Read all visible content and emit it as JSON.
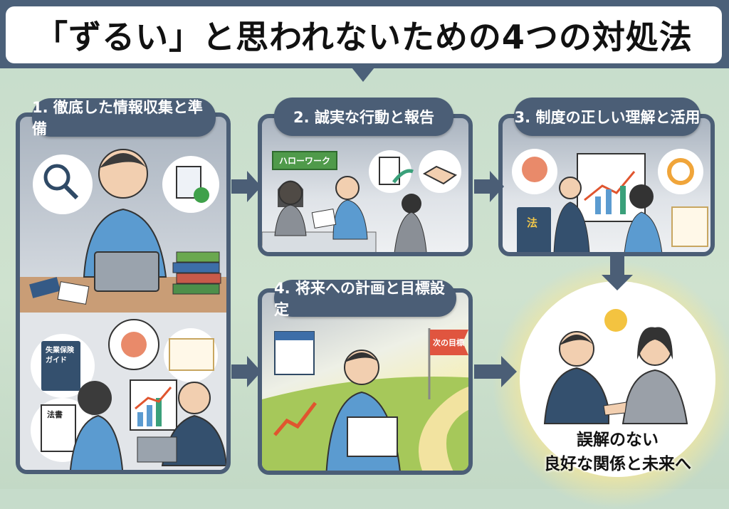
{
  "title": "「ずるい」と思われないための4つの対処法",
  "steps": [
    {
      "label": "1. 徹底した情報収集と準備"
    },
    {
      "label": "2. 誠実な行動と報告"
    },
    {
      "label": "3. 制度の正しい理解と活用"
    },
    {
      "label": "4. 将来への計画と目標設定"
    }
  ],
  "illustrations": {
    "hello_work_sign": "ハローワーク",
    "guide_book": "失業保険ガイド",
    "law_doc": "法書",
    "law_book": "法",
    "goal_flag": "次の目標"
  },
  "result": {
    "line1": "誤解のない",
    "line2": "良好な関係と未来へ"
  },
  "colors": {
    "frame": "#4b5e76",
    "accent": "#f0c64a",
    "background": "#c9ddcb"
  }
}
